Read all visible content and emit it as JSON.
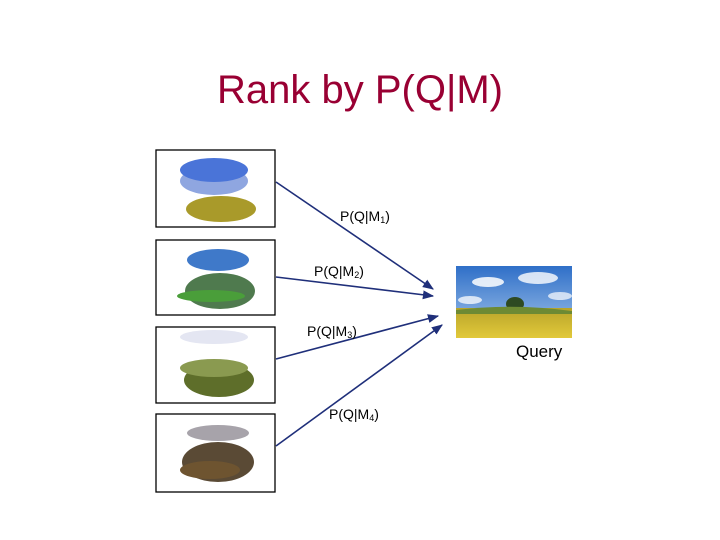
{
  "slide": {
    "title": "Rank by P(Q|M)"
  },
  "models": [
    {
      "label_main": "P(Q|M",
      "label_sub": "1",
      "label_close": ")"
    },
    {
      "label_main": "P(Q|M",
      "label_sub": "2",
      "label_close": ")"
    },
    {
      "label_main": "P(Q|M",
      "label_sub": "3",
      "label_close": ")"
    },
    {
      "label_main": "P(Q|M",
      "label_sub": "4",
      "label_close": ")"
    }
  ],
  "query": {
    "label": "Query"
  },
  "colors": {
    "title": "#990033",
    "arrow": "#1f2f7a",
    "box_border": "#000000"
  }
}
